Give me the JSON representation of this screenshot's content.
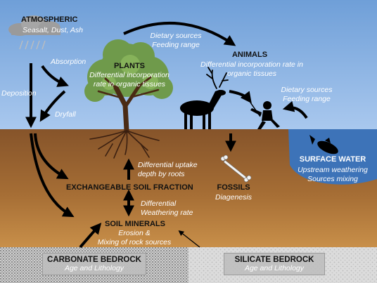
{
  "colors": {
    "sky": "#8db3e2",
    "soil_top": "#8a5a2b",
    "soil_bottom": "#c58a45",
    "water": "#3d73b8",
    "bedrock": "#bdbdbd",
    "text_light": "#ffffff",
    "text_dark": "#111111"
  },
  "nodes": {
    "atmospheric": {
      "title": "ATMOSPHERIC",
      "subtitle": "Seasalt, Dust, Ash"
    },
    "plants": {
      "title": "PLANTS",
      "line1": "Differential incorporation",
      "line2": "rate in organic tissues"
    },
    "animals": {
      "title": "ANIMALS",
      "line1": "Differential incorporation rate in",
      "line2": "organic tissues"
    },
    "surface_water": {
      "title": "SURFACE WATER",
      "line1": "Upstream weathering",
      "line2": "Sources mixing"
    },
    "exchangeable": {
      "title": "EXCHANGEABLE SOIL FRACTION"
    },
    "soil_minerals": {
      "title": "SOIL MINERALS",
      "line1": "Erosion &",
      "line2": "Mixing of rock sources"
    },
    "fossils": {
      "title": "FOSSILS",
      "subtitle": "Diagenesis"
    },
    "carbonate": {
      "title": "CARBONATE BEDROCK",
      "subtitle": "Age and Lithology"
    },
    "silicate": {
      "title": "SILICATE BEDROCK",
      "subtitle": "Age and Lithology"
    }
  },
  "flows": {
    "dietary_top": {
      "line1": "Dietary sources",
      "line2": "Feeding range"
    },
    "dietary_right": {
      "line1": "Dietary sources",
      "line2": "Feeding range"
    },
    "absorption": "Absorption",
    "deposition": "Deposition",
    "dryfall": "Dryfall",
    "uptake": {
      "line1": "Differential uptake",
      "line2": "depth by roots"
    },
    "weathering": {
      "line1": "Differential",
      "line2": "Weathering rate"
    }
  },
  "icons": [
    "rain-cloud-icon",
    "tree-icon",
    "deer-icon",
    "human-icon",
    "fish-icon",
    "bone-icon"
  ]
}
